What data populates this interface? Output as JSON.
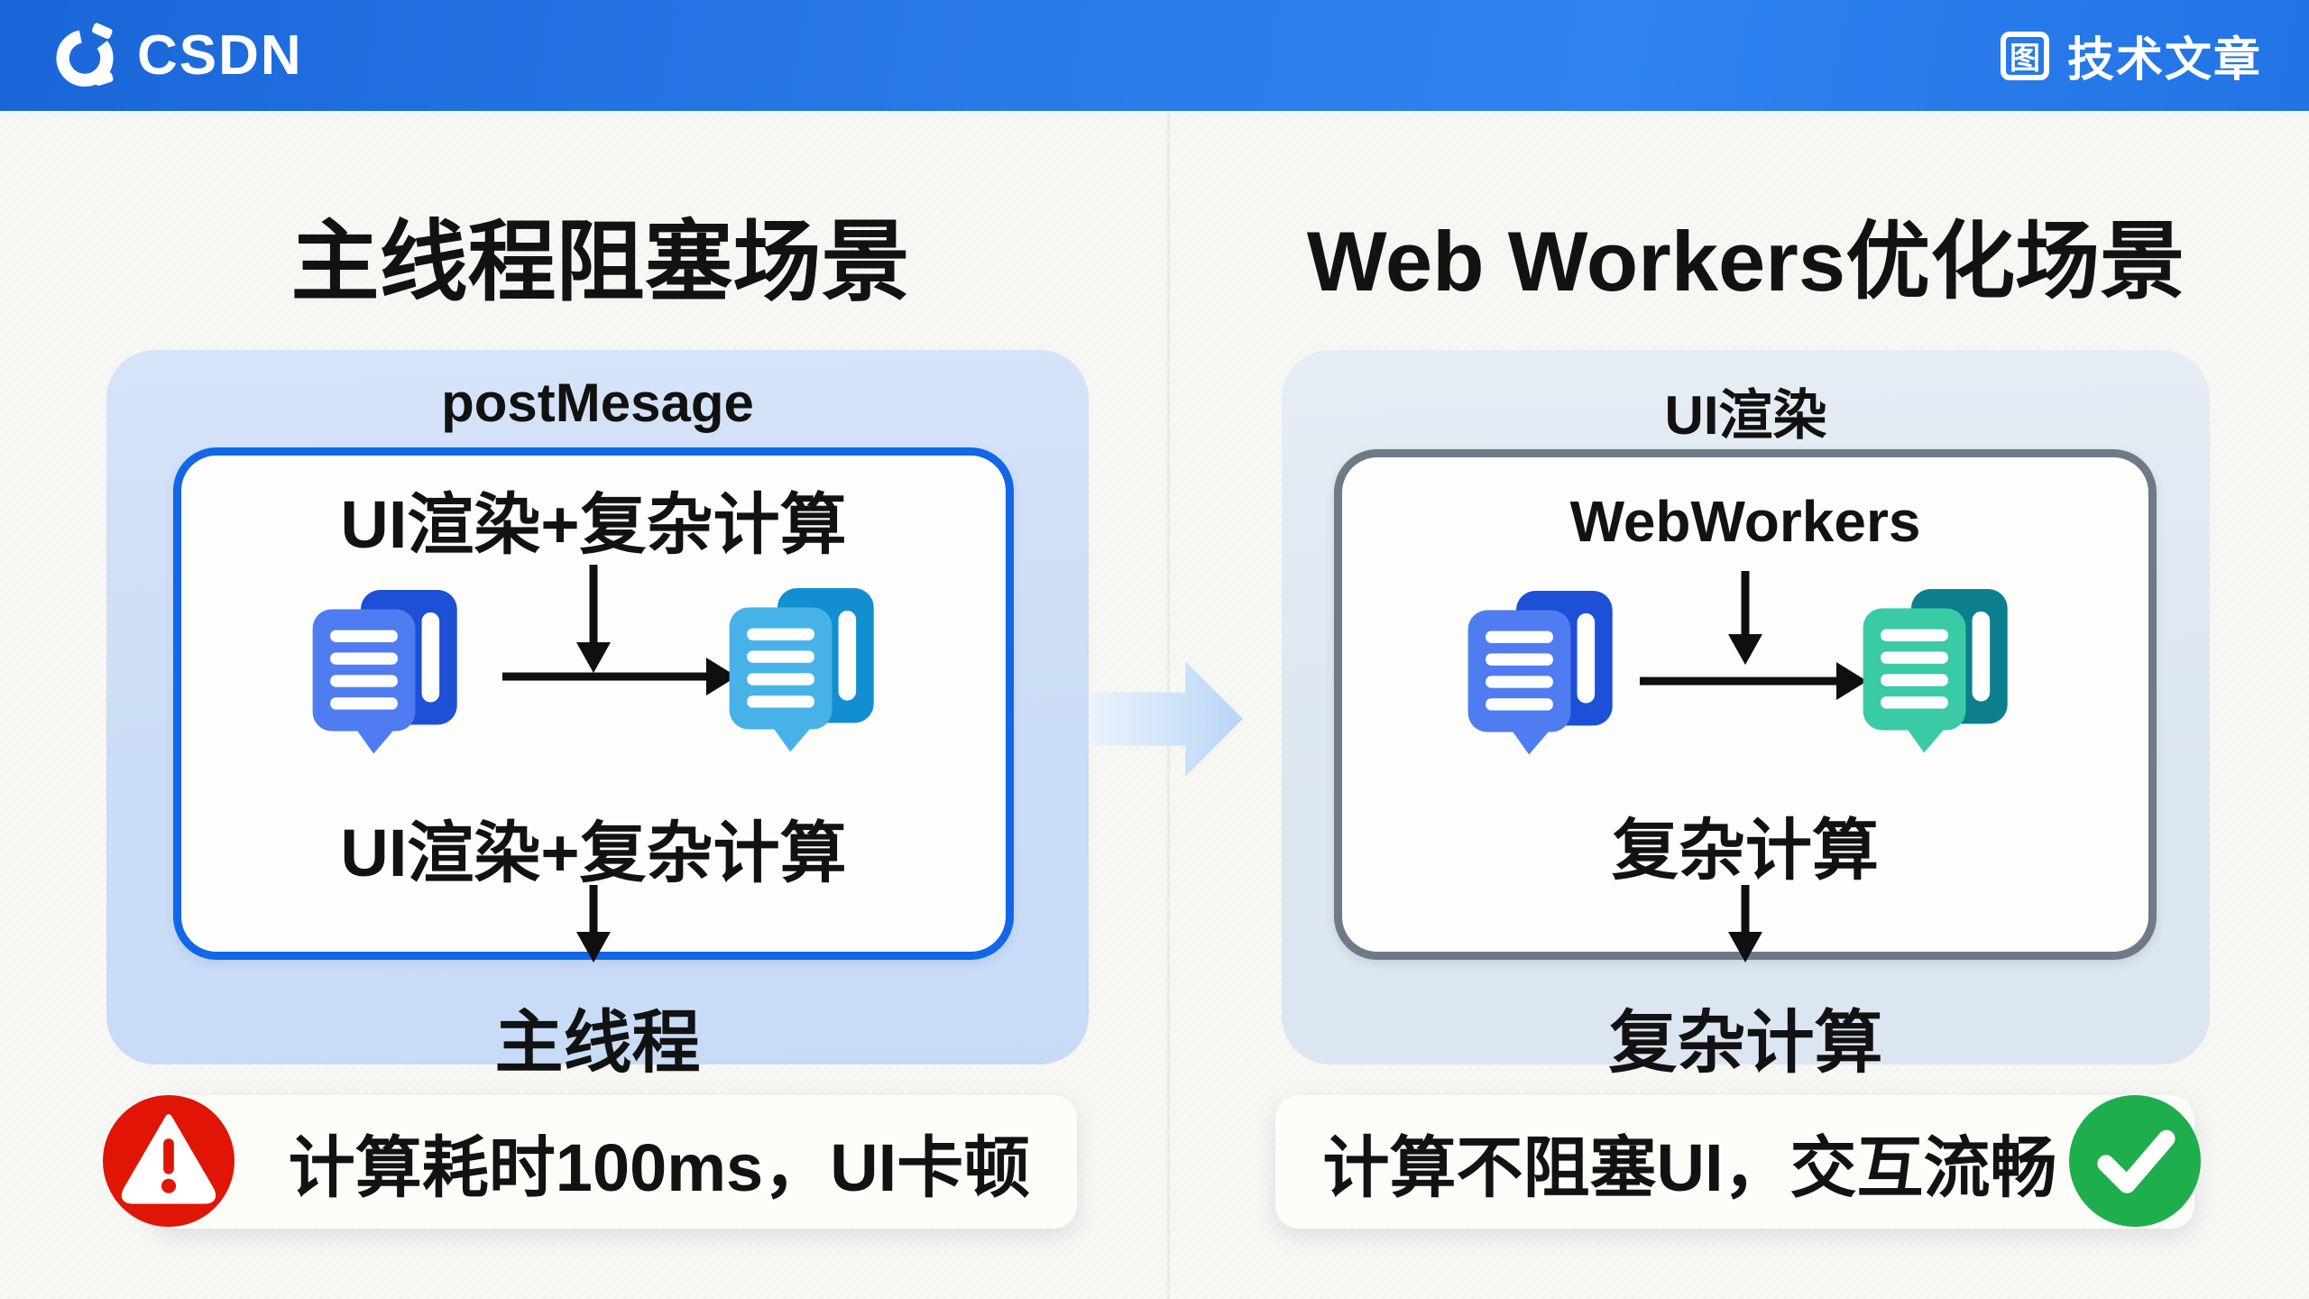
{
  "header": {
    "brand": "CSDN",
    "article_badge": {
      "icon_glyph": "图",
      "label": "技术文章"
    }
  },
  "scenarios": {
    "left": {
      "title": "主线程阻塞场景",
      "thread_label": "postMesage",
      "step_top": "UI渲染+复杂计算",
      "step_bottom": "UI渲染+复杂计算",
      "thread_name": "主线程",
      "status_text": "计算耗时100ms，UI卡顿"
    },
    "right": {
      "title": "Web Workers优化场景",
      "thread_label": "UI渲染",
      "step_top": "WebWorkers",
      "step_bottom": "复杂计算",
      "thread_name": "复杂计算",
      "status_text": "计算不阻塞UI，交互流畅"
    }
  },
  "icons": {
    "header_logo": "csdn-logo-icon",
    "badge": "article-image-badge-icon",
    "left_source_doc": "message-doc-icon-blue",
    "left_target_doc": "message-doc-icon-cyan",
    "right_source_doc": "message-doc-icon-blue",
    "right_target_doc": "message-doc-icon-green",
    "left_status": "warning-icon",
    "right_status": "success-check-icon"
  },
  "colors": {
    "header_blue": "#2173e8",
    "left_panel_bg": "#cddef7",
    "right_panel_bg": "#dfe8f2",
    "left_inner_border": "#1266e8",
    "right_inner_border": "#6e7a85",
    "doc_blue_front": "#4f7cf0",
    "doc_blue_back": "#1d4fd7",
    "doc_cyan_front": "#47b2e8",
    "doc_cyan_back": "#128fd0",
    "doc_green_front": "#3acaa5",
    "doc_green_back": "#0b7f8e",
    "warning_red": "#e01505",
    "success_green": "#1fae4d",
    "arrow_black": "#0f0f0f"
  }
}
